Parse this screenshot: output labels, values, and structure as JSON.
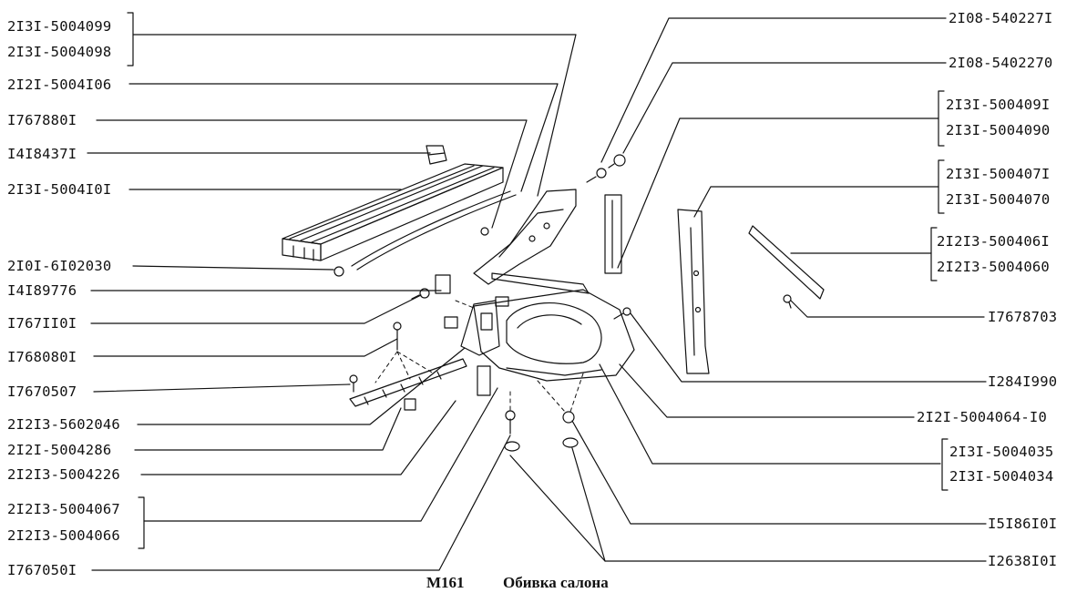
{
  "caption": {
    "code": "M161",
    "title": "Обивка салона"
  },
  "left_labels": [
    "2I3I-5004099",
    "2I3I-5004098",
    "2I2I-5004I06",
    "I767880I",
    "I4I8437I",
    "2I3I-5004I0I",
    "2I0I-6I02030",
    "I4I89776",
    "I767II0I",
    "I768080I",
    "I7670507",
    "2I2I3-5602046",
    "2I2I-5004286",
    "2I2I3-5004226",
    "2I2I3-5004067",
    "2I2I3-5004066",
    "I767050I"
  ],
  "right_labels": [
    "2I08-540227I",
    "2I08-5402270",
    "2I3I-500409I",
    "2I3I-5004090",
    "2I3I-500407I",
    "2I3I-5004070",
    "2I2I3-500406I",
    "2I2I3-5004060",
    "I7678703",
    "I284I990",
    "2I2I-5004064-I0",
    "2I3I-5004035",
    "2I3I-5004034",
    "I5I86I0I",
    "I2638I0I"
  ],
  "colors": {
    "ink": "#111111",
    "paper": "#ffffff"
  }
}
